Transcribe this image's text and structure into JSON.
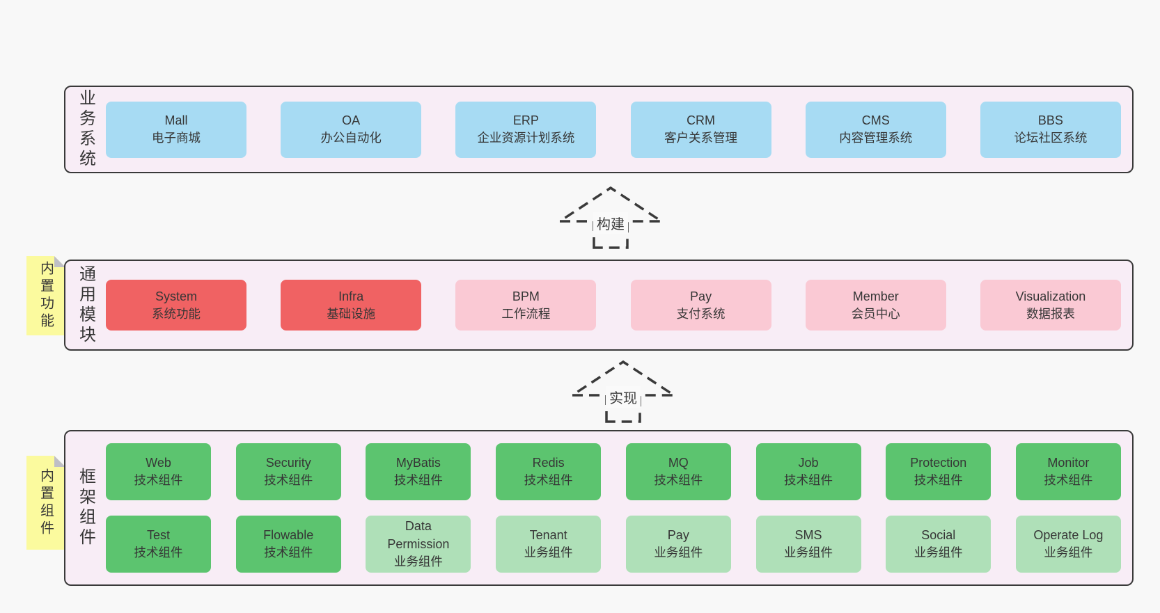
{
  "colors": {
    "page_bg": "#f8f8f8",
    "panel_bg": "#f8edf6",
    "panel_border": "#3a3a3a",
    "sticky": "#fbfa9e",
    "sticky_fold": "#bfbfc6",
    "text": "#363636",
    "arrow": "#3a3a3a",
    "arrow_label_bg": "#fafafa"
  },
  "palette": {
    "blue": "#a7dbf3",
    "red": "#f06263",
    "pink": "#fac9d4",
    "green": "#5cc46f",
    "lightgreen": "#afe0b8"
  },
  "arrows": [
    {
      "label": "构建"
    },
    {
      "label": "实现"
    }
  ],
  "sections": [
    {
      "id": "business-systems",
      "label": "业务系统",
      "rows": [
        [
          {
            "en": "Mall",
            "zh": "电子商城",
            "variant": "blue"
          },
          {
            "en": "OA",
            "zh": "办公自动化",
            "variant": "blue"
          },
          {
            "en": "ERP",
            "zh": "企业资源计划系统",
            "variant": "blue"
          },
          {
            "en": "CRM",
            "zh": "客户关系管理",
            "variant": "blue"
          },
          {
            "en": "CMS",
            "zh": "内容管理系统",
            "variant": "blue"
          },
          {
            "en": "BBS",
            "zh": "论坛社区系统",
            "variant": "blue"
          }
        ]
      ]
    },
    {
      "id": "common-modules",
      "label": "通用模块",
      "sticky": "内置功能",
      "rows": [
        [
          {
            "en": "System",
            "zh": "系统功能",
            "variant": "red"
          },
          {
            "en": "Infra",
            "zh": "基础设施",
            "variant": "red"
          },
          {
            "en": "BPM",
            "zh": "工作流程",
            "variant": "pink"
          },
          {
            "en": "Pay",
            "zh": "支付系统",
            "variant": "pink"
          },
          {
            "en": "Member",
            "zh": "会员中心",
            "variant": "pink"
          },
          {
            "en": "Visualization",
            "zh": "数据报表",
            "variant": "pink"
          }
        ]
      ]
    },
    {
      "id": "framework-components",
      "label": "框架组件",
      "sticky": "内置组件",
      "rows": [
        [
          {
            "en": "Web",
            "zh": "技术组件",
            "variant": "green"
          },
          {
            "en": "Security",
            "zh": "技术组件",
            "variant": "green"
          },
          {
            "en": "MyBatis",
            "zh": "技术组件",
            "variant": "green"
          },
          {
            "en": "Redis",
            "zh": "技术组件",
            "variant": "green"
          },
          {
            "en": "MQ",
            "zh": "技术组件",
            "variant": "green"
          },
          {
            "en": "Job",
            "zh": "技术组件",
            "variant": "green"
          },
          {
            "en": "Protection",
            "zh": "技术组件",
            "variant": "green"
          },
          {
            "en": "Monitor",
            "zh": "技术组件",
            "variant": "green"
          }
        ],
        [
          {
            "en": "Test",
            "zh": "技术组件",
            "variant": "green"
          },
          {
            "en": "Flowable",
            "zh": "技术组件",
            "variant": "green"
          },
          {
            "en": "Data Permission",
            "zh": "业务组件",
            "variant": "lightgreen"
          },
          {
            "en": "Tenant",
            "zh": "业务组件",
            "variant": "lightgreen"
          },
          {
            "en": "Pay",
            "zh": "业务组件",
            "variant": "lightgreen"
          },
          {
            "en": "SMS",
            "zh": "业务组件",
            "variant": "lightgreen"
          },
          {
            "en": "Social",
            "zh": "业务组件",
            "variant": "lightgreen"
          },
          {
            "en": "Operate Log",
            "zh": "业务组件",
            "variant": "lightgreen"
          }
        ]
      ]
    }
  ]
}
